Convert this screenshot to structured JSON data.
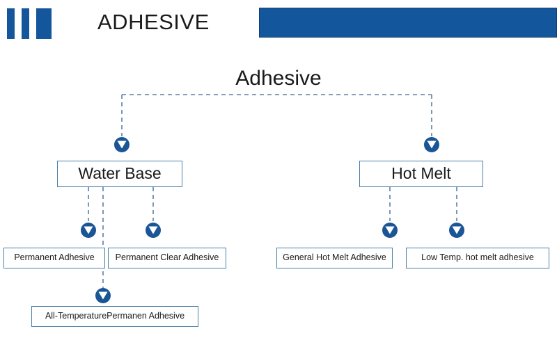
{
  "header": {
    "title": "ADHESIVE",
    "logo_icon": "three-bars-logo-icon",
    "banner_icon": "header-banner-bar",
    "brand_color": "#13569b"
  },
  "diagram": {
    "type": "tree",
    "root_label": "Adhesive",
    "connector_style": "dashed",
    "connector_color": "#5b7ea6",
    "arrow_icon": "down-arrow-circle-icon",
    "arrow_fill": "#1a5596",
    "node_border_color": "#4a7fa8",
    "levels": [
      {
        "level": 1,
        "nodes": [
          {
            "id": "root",
            "label": "Adhesive",
            "boxed": false
          }
        ]
      },
      {
        "level": 2,
        "nodes": [
          {
            "id": "water-base",
            "label": "Water Base",
            "boxed": true
          },
          {
            "id": "hot-melt",
            "label": "Hot Melt",
            "boxed": true
          }
        ]
      },
      {
        "level": 3,
        "nodes": [
          {
            "id": "permanent-adhesive",
            "label": "Permanent Adhesive",
            "parent": "water-base",
            "boxed": true
          },
          {
            "id": "permanent-clear-adhesive",
            "label": "Permanent Clear Adhesive",
            "parent": "water-base",
            "boxed": true
          },
          {
            "id": "general-hot-melt-adhesive",
            "label": "General Hot Melt Adhesive",
            "parent": "hot-melt",
            "boxed": true
          },
          {
            "id": "low-temp-hot-melt-adhesive",
            "label": "Low Temp. hot melt adhesive",
            "parent": "hot-melt",
            "boxed": true
          }
        ]
      },
      {
        "level": 4,
        "nodes": [
          {
            "id": "all-temperature-permanen-adhesive",
            "label": "All-TemperaturePermanen Adhesive",
            "parent": "water-base",
            "boxed": true
          }
        ]
      }
    ]
  }
}
